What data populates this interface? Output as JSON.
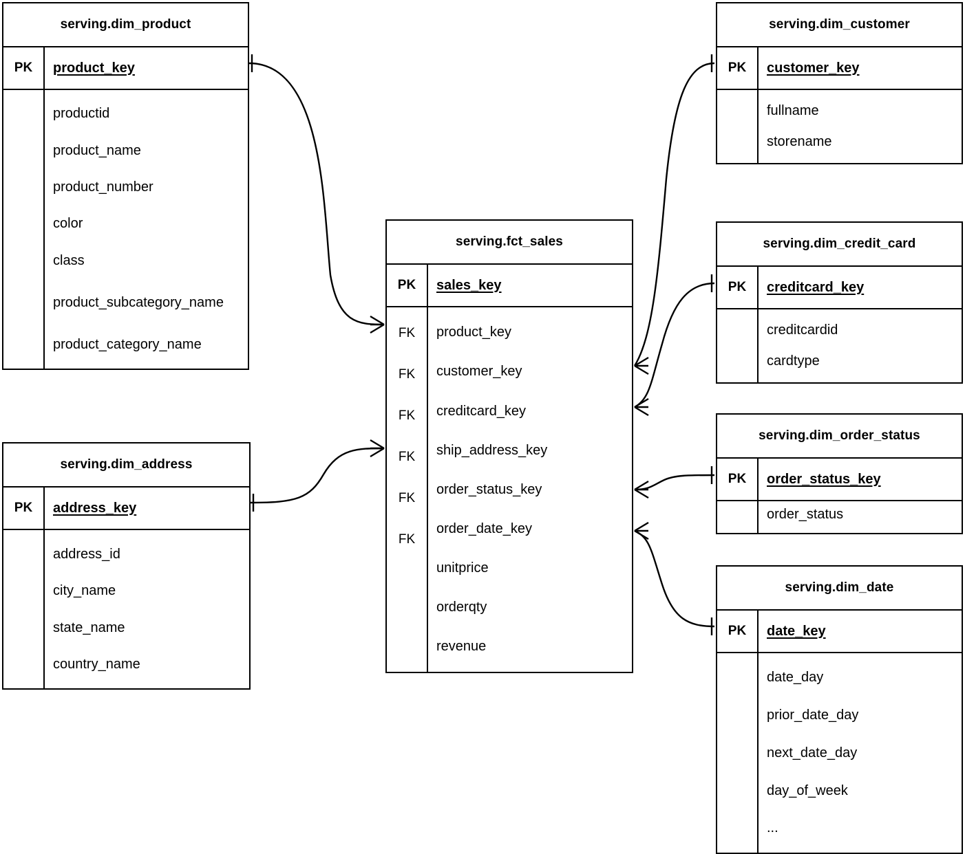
{
  "diagram": {
    "title": "serving schema star schema ERD",
    "notation": "crow-foot",
    "stroke_color": "#000000",
    "background_color": "#ffffff"
  },
  "entities": {
    "dim_product": {
      "name": "serving.dim_product",
      "pk_tag": "PK",
      "pk_field": "product_key",
      "attributes": [
        "productid",
        "product_name",
        "product_number",
        "color",
        "class",
        "product_subcategory_name",
        "product_category_name"
      ]
    },
    "dim_address": {
      "name": "serving.dim_address",
      "pk_tag": "PK",
      "pk_field": "address_key",
      "attributes": [
        "address_id",
        "city_name",
        "state_name",
        "country_name"
      ]
    },
    "fct_sales": {
      "name": "serving.fct_sales",
      "pk_tag": "PK",
      "pk_field": "sales_key",
      "fk_tag": "FK",
      "fk_tags": [
        "FK",
        "FK",
        "FK",
        "FK",
        "FK",
        "FK"
      ],
      "attributes": [
        "product_key",
        "customer_key",
        "creditcard_key",
        "ship_address_key",
        "order_status_key",
        "order_date_key",
        "unitprice",
        "orderqty",
        "revenue"
      ]
    },
    "dim_customer": {
      "name": "serving.dim_customer",
      "pk_tag": "PK",
      "pk_field": "customer_key",
      "attributes": [
        "fullname",
        "storename"
      ]
    },
    "dim_credit_card": {
      "name": "serving.dim_credit_card",
      "pk_tag": "PK",
      "pk_field": "creditcard_key",
      "attributes": [
        "creditcardid",
        "cardtype"
      ]
    },
    "dim_order_status": {
      "name": "serving.dim_order_status",
      "pk_tag": "PK",
      "pk_field": "order_status_key",
      "attributes": [
        "order_status"
      ]
    },
    "dim_date": {
      "name": "serving.dim_date",
      "pk_tag": "PK",
      "pk_field": "date_key",
      "attributes": [
        "date_day",
        "prior_date_day",
        "next_date_day",
        "day_of_week",
        "..."
      ]
    }
  },
  "relationships": [
    {
      "from": "dim_product.product_key",
      "to": "fct_sales.product_key",
      "from_card": "one",
      "to_card": "many"
    },
    {
      "from": "dim_address.address_key",
      "to": "fct_sales.ship_address_key",
      "from_card": "one",
      "to_card": "many"
    },
    {
      "from": "dim_customer.customer_key",
      "to": "fct_sales.customer_key",
      "from_card": "one",
      "to_card": "many"
    },
    {
      "from": "dim_credit_card.creditcard_key",
      "to": "fct_sales.creditcard_key",
      "from_card": "one",
      "to_card": "many"
    },
    {
      "from": "dim_order_status.order_status_key",
      "to": "fct_sales.order_status_key",
      "from_card": "one",
      "to_card": "many"
    },
    {
      "from": "dim_date.date_key",
      "to": "fct_sales.order_date_key",
      "from_card": "one",
      "to_card": "many"
    }
  ]
}
